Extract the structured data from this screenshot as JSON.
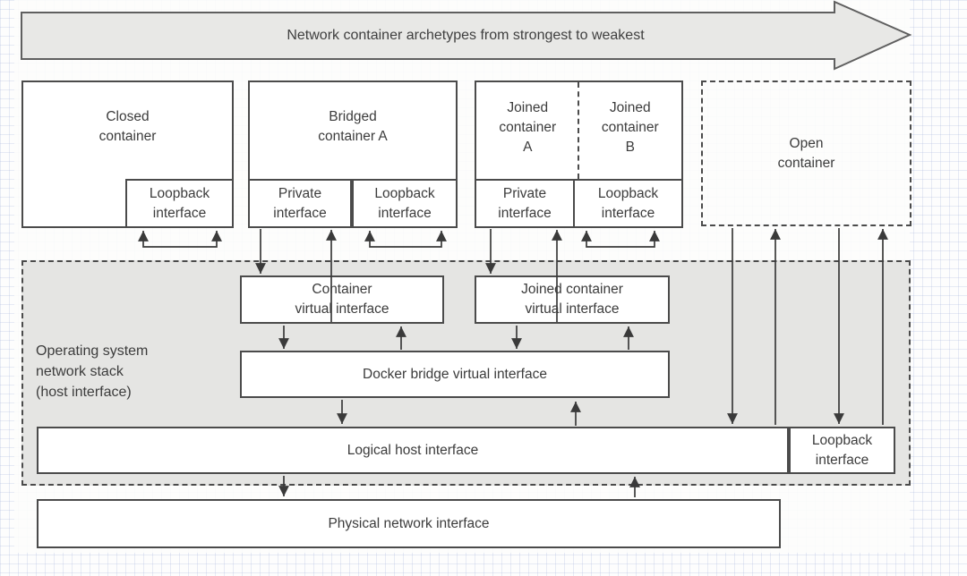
{
  "banner": {
    "label": "Network container archetypes from strongest to weakest"
  },
  "containers": {
    "closed": {
      "title": "Closed\ncontainer",
      "loopback": "Loopback\ninterface"
    },
    "bridged": {
      "title": "Bridged\ncontainer A",
      "private": "Private\ninterface",
      "loopback": "Loopback\ninterface"
    },
    "joined": {
      "title_a": "Joined\ncontainer\nA",
      "title_b": "Joined\ncontainer\nB",
      "private": "Private\ninterface",
      "loopback": "Loopback\ninterface"
    },
    "open": {
      "title": "Open\ncontainer"
    }
  },
  "os_stack": {
    "label": "Operating system\nnetwork stack\n(host interface)",
    "container_virtual_interface": "Container\nvirtual interface",
    "joined_container_virtual_interface": "Joined container\nvirtual interface",
    "docker_bridge_virtual_interface": "Docker bridge virtual interface",
    "logical_host_interface": "Logical host interface",
    "loopback_interface": "Loopback\ninterface"
  },
  "physical": {
    "label": "Physical network interface"
  },
  "colors": {
    "box_border": "#4b4b4b",
    "banner_fill": "#e8e8e6",
    "os_stack_fill": "#e5e5e3",
    "arrow_stroke": "#3a3a3a",
    "text": "#3c3c3c",
    "grid_line": "#aab6dc"
  }
}
